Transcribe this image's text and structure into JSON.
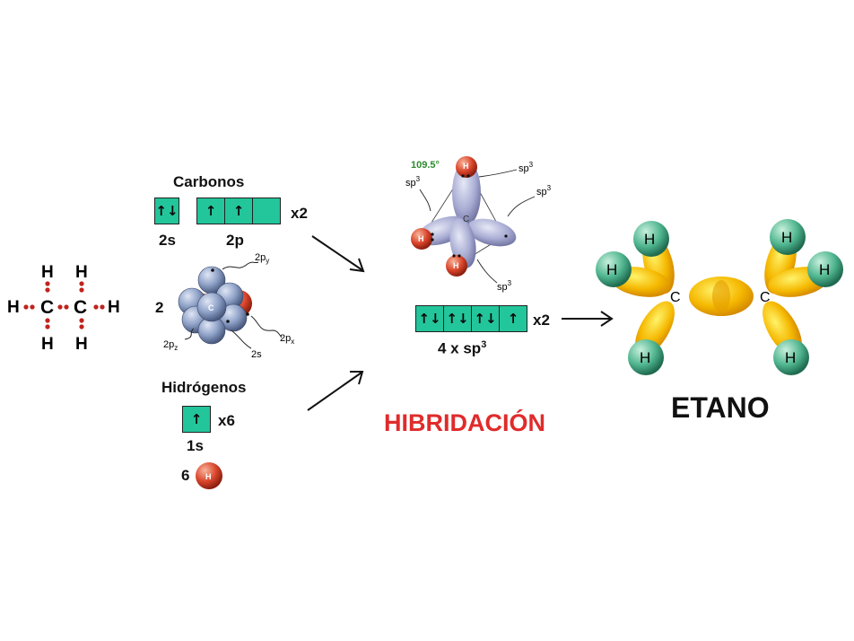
{
  "lewis": {
    "h_atom": "H",
    "c_atom": "C"
  },
  "carbon": {
    "heading": "Carbonos",
    "s_label": "2s",
    "p_label": "2p",
    "multiplier": "x2",
    "atom_count": "2",
    "s_box": [
      "↑↓"
    ],
    "p_boxes": [
      "↑",
      "↑",
      ""
    ],
    "orbital_labels": {
      "py": "2p",
      "py_sub": "y",
      "pz": "2p",
      "pz_sub": "z",
      "px": "2p",
      "px_sub": "x",
      "s": "2s",
      "center": "C"
    }
  },
  "hydrogen": {
    "heading": "Hidrógenos",
    "s_label": "1s",
    "multiplier": "x6",
    "atom_count": "6",
    "s_box": [
      "↑"
    ],
    "atom_symbol": "H"
  },
  "hybrid": {
    "angle": "109.5°",
    "sp3": "sp",
    "sp3_sup": "3",
    "center": "C",
    "h_atom": "H",
    "boxes": [
      "↑↓",
      "↑↓",
      "↑↓",
      "↑"
    ],
    "multiplier": "x2",
    "label_main": "4 x sp",
    "label_sup": "3"
  },
  "process_title": "HIBRIDACIÓN",
  "ethane": {
    "title": "ETANO",
    "c_atom": "C",
    "h_atom": "H"
  },
  "colors": {
    "orbital_box": "#23c59a",
    "title_red": "#e02b2b",
    "lobe_yellow": "#f5b800",
    "hydrogen_green": "#4fb58f",
    "carbon_blue": "#8fa2c8",
    "hydrogen_red": "#d9442a",
    "angle_green": "#2e8b2e"
  }
}
